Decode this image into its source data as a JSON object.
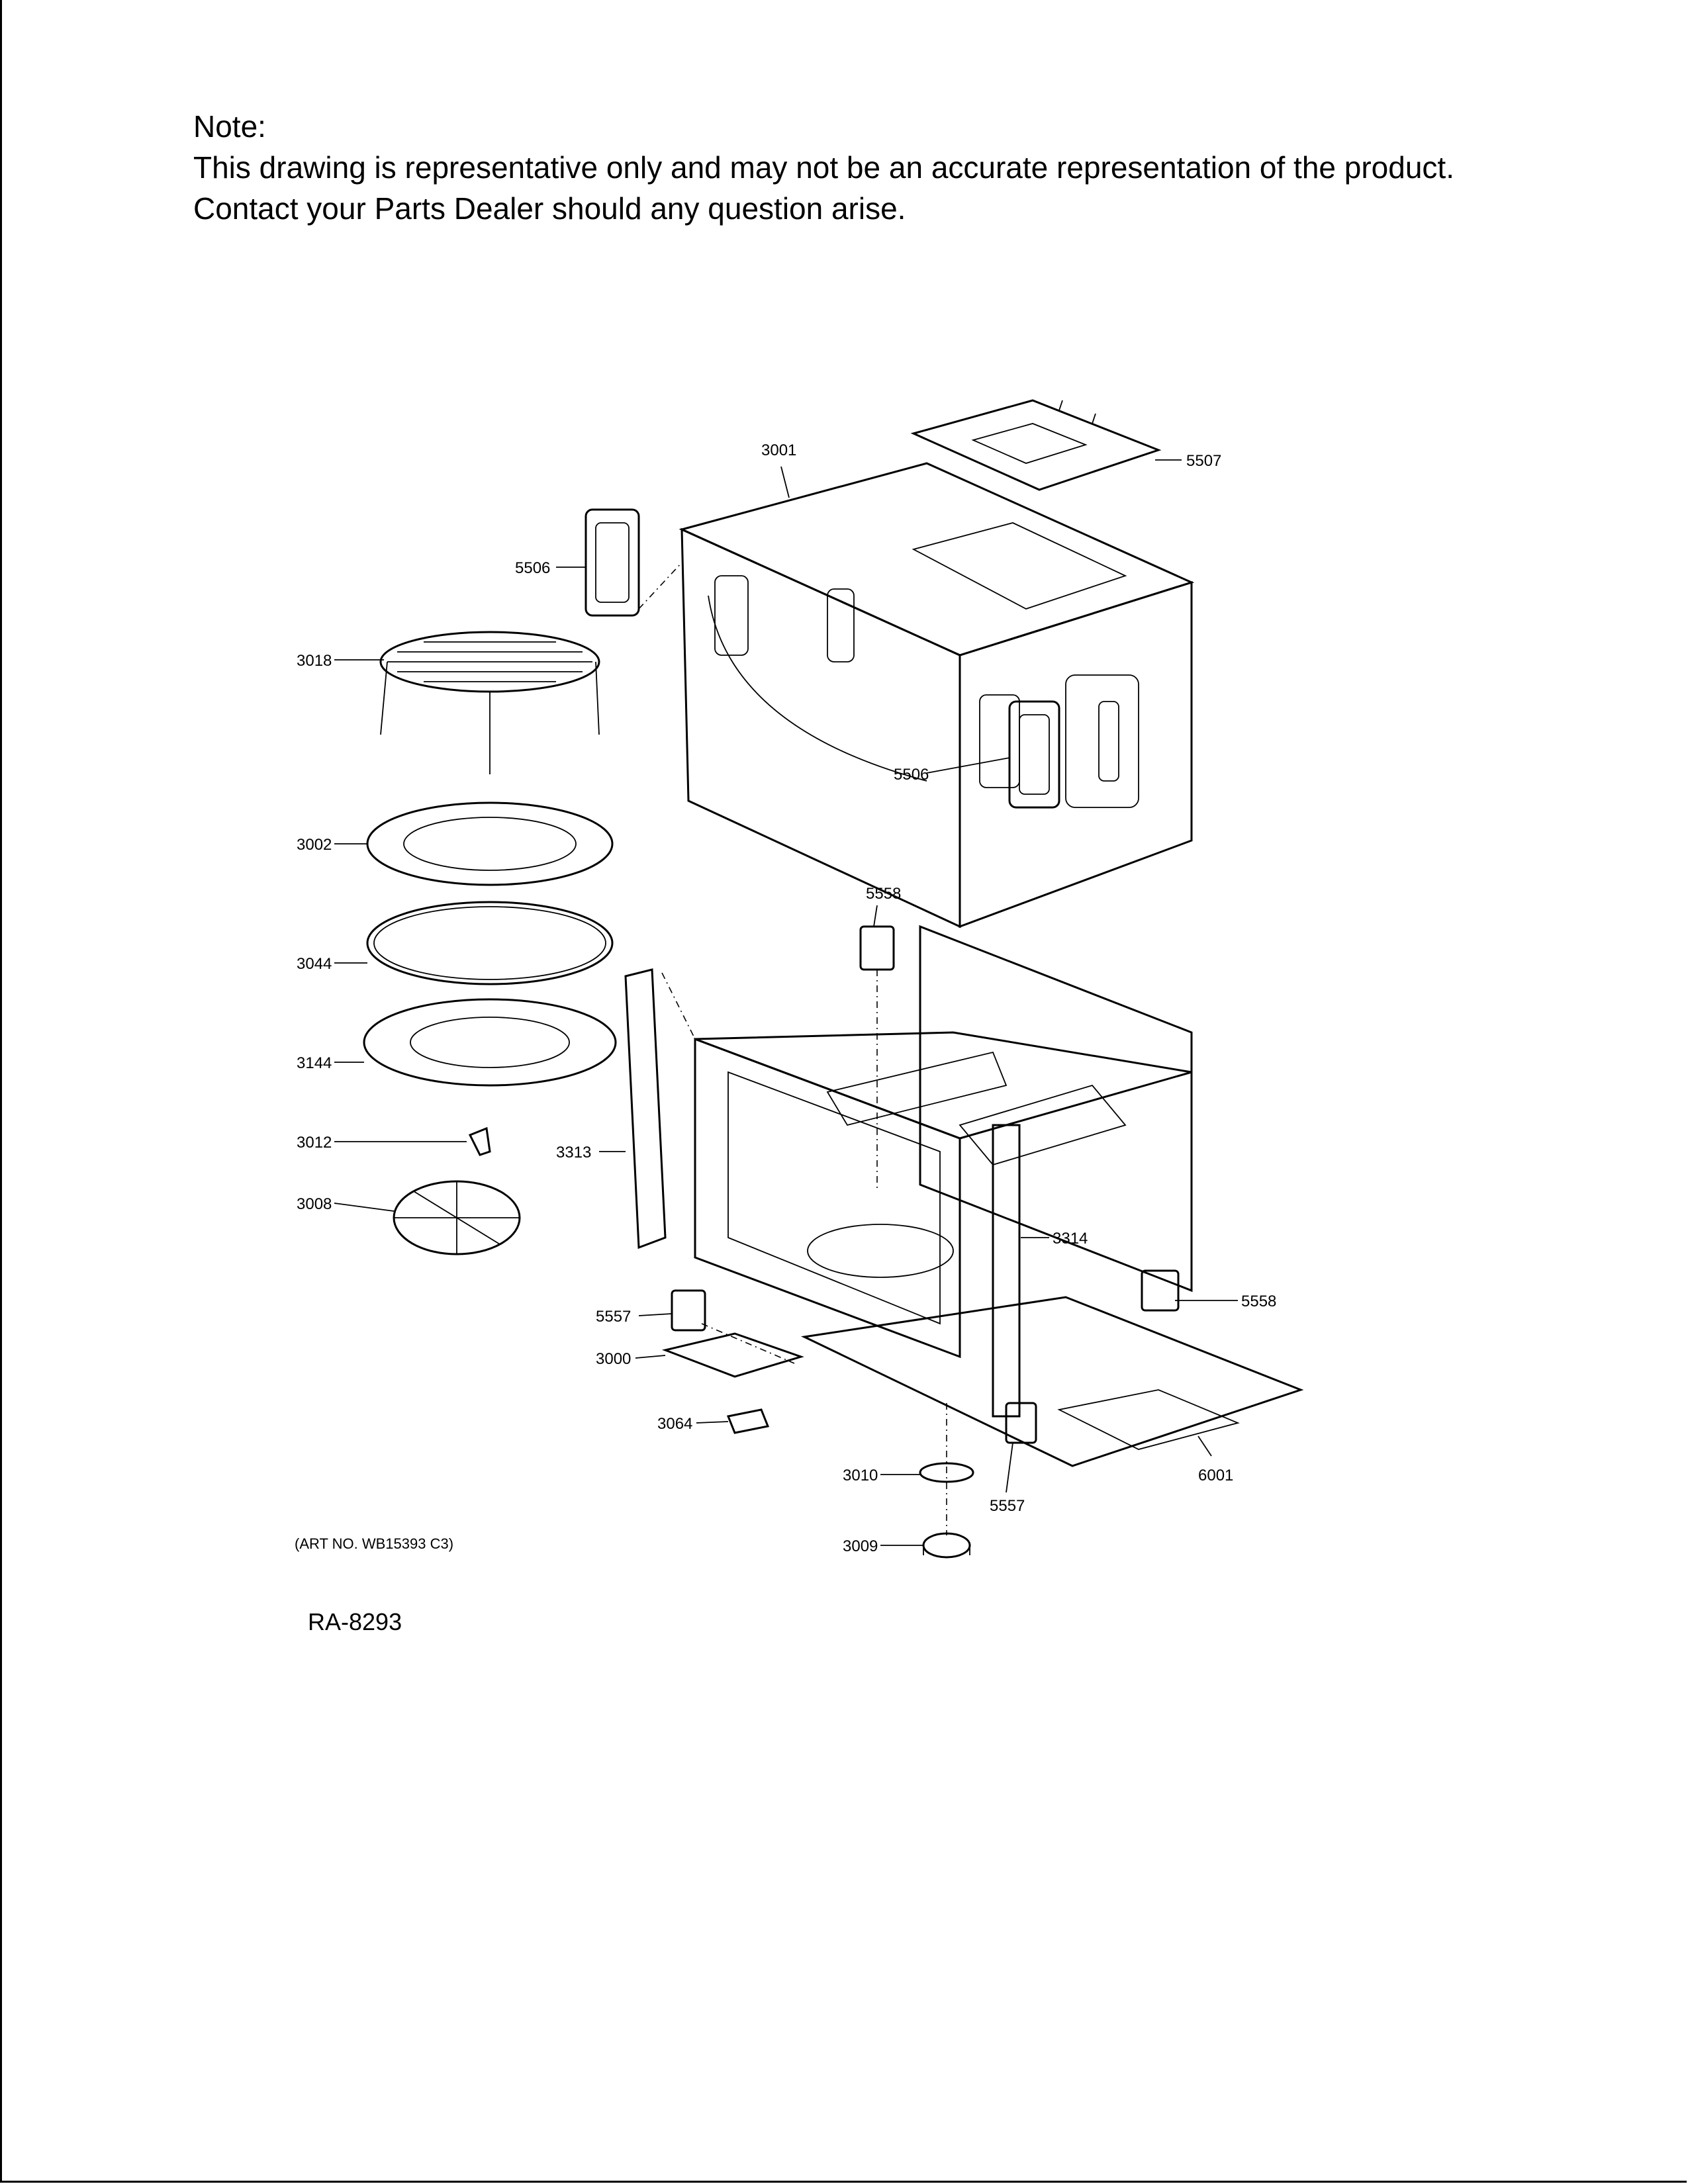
{
  "note": {
    "heading": "Note:",
    "line1": "This drawing is representative only and may not be an accurate representation of the product.",
    "line2": "Contact your Parts Dealer should any question arise."
  },
  "callouts": {
    "c3001": "3001",
    "c5507": "5507",
    "c5506a": "5506",
    "c5506b": "5506",
    "c3018": "3018",
    "c3002": "3002",
    "c5558a": "5558",
    "c3044": "3044",
    "c3144": "3144",
    "c3012": "3012",
    "c3313": "3313",
    "c3008": "3008",
    "c3314": "3314",
    "c5558b": "5558",
    "c5557a": "5557",
    "c3000": "3000",
    "c3064": "3064",
    "c3010": "3010",
    "c5557b": "5557",
    "c6001": "6001",
    "c3009": "3009"
  },
  "art_no": "(ART NO. WB15393 C3)",
  "ra_code": "RA-8293"
}
